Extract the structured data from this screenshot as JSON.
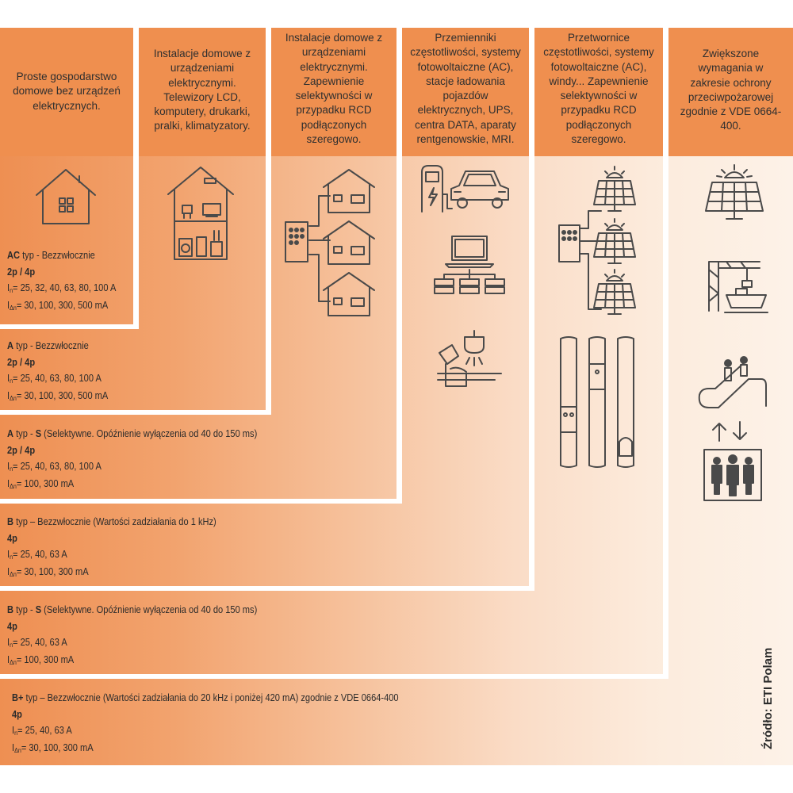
{
  "columns": [
    "Proste gospodarstwo domowe bez urządzeń elektrycznych.",
    "Instalacje domowe z urządzeniami elektrycznymi. Telewizory LCD, komputery, drukarki, pralki, klimatyzatory.",
    "Instalacje domowe z urządzeniami elektrycznymi. Zapewnienie selektywności w przypadku RCD podłączonych szeregowo.",
    "Przemienniki częstotliwości, systemy fotowoltaiczne (AC), stacje ładowania pojazdów elektrycznych, UPS, centra DATA, aparaty rentgenowskie, MRI.",
    "Przetwornice częstotliwości, systemy fotowoltaiczne (AC), windy... Zapewnienie selektywności w przypadku RCD podłączonych szeregowo.",
    "Zwiększone wymagania w zakresie ochrony przeciwpożarowej zgodnie z VDE 0664-400."
  ],
  "rows": [
    {
      "type_bold": "AC",
      "type_rest": " typ - Bezzwłocznie",
      "poles": "2p / 4p",
      "in_vals": "= 25, 32, 40, 63, 80, 100 A",
      "idn_vals": "= 30, 100, 300, 500 mA"
    },
    {
      "type_bold": "A",
      "type_rest": " typ - Bezzwłocznie",
      "poles": "2p / 4p",
      "in_vals": "= 25, 40, 63, 80, 100 A",
      "idn_vals": "= 30, 100, 300, 500 mA"
    },
    {
      "type_bold": "A",
      "type_rest": " typ - ",
      "type_bold2": "S",
      "type_rest2": " (Selektywne. Opóźnienie wyłączenia od 40 do 150 ms)",
      "poles": "2p / 4p",
      "in_vals": "= 25, 40, 63, 80, 100 A",
      "idn_vals": "= 100, 300 mA"
    },
    {
      "type_bold": "B",
      "type_rest": " typ – Bezzwłocznie (Wartości zadziałania do 1 kHz)",
      "poles": "4p",
      "in_vals": "= 25, 40, 63 A",
      "idn_vals": "= 30, 100, 300 mA"
    },
    {
      "type_bold": "B",
      "type_rest": " typ - ",
      "type_bold2": "S",
      "type_rest2": " (Selektywne. Opóźnienie wyłączenia od 40 do 150 ms)",
      "poles": "4p",
      "in_vals": "= 25, 40, 63 A",
      "idn_vals": "= 100, 300 mA"
    },
    {
      "type_bold": "B+",
      "type_rest": " typ – Bezzwłocznie (Wartości zadziałania do 20 kHz i poniżej 420 mA) zgodnie z VDE 0664-400",
      "poles": "4p",
      "in_vals": "= 25, 40, 63 A",
      "idn_vals": "= 30, 100, 300 mA"
    }
  ],
  "symbols": {
    "in_main": "I",
    "in_sub": "n",
    "idn_main": "I",
    "idn_sub": "Δn"
  },
  "source": "Źródło: ETI Polam",
  "icons": [
    "house-icon",
    "appliance-house-icon",
    "distribution-board-icon",
    "ev-charger-icon",
    "car-icon",
    "laptop-icon",
    "server-rack-icon",
    "medical-scanner-icon",
    "solar-panel-icon",
    "elevator-shaft-icon",
    "crane-ship-icon",
    "escalator-icon",
    "elevator-icon",
    "up-down-arrows-icon"
  ],
  "colors": {
    "header": "#ef8f4f",
    "gradient_start": "#ee8f52",
    "gradient_end": "#fdf2e8",
    "divider": "#ffffff",
    "icon": "#4a4a4a"
  }
}
